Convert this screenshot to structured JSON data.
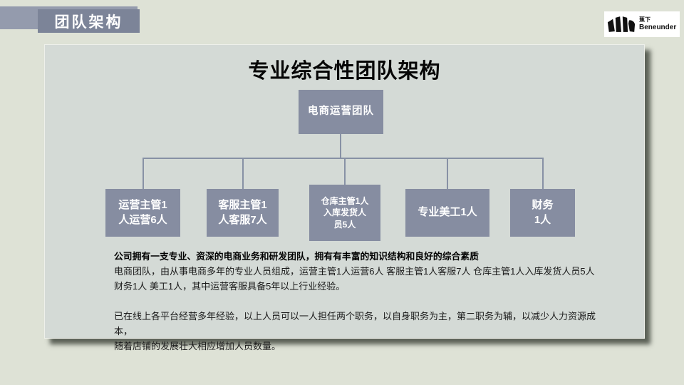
{
  "header": {
    "badge_title": "团队架构",
    "logo_cn": "蕉下",
    "logo_en": "Beneunder"
  },
  "card": {
    "title": "专业综合性团队架构",
    "org_chart": {
      "root_label": "电商运营团队",
      "children": [
        {
          "label": "运营主管1人运营6人",
          "lines": [
            "运营主管1",
            "人运营6人"
          ]
        },
        {
          "label": "客服主管1人客服7人",
          "lines": [
            "客服主管1",
            "人客服7人"
          ]
        },
        {
          "label": "仓库主管1人入库发货人员5人",
          "lines": [
            "仓库主管1人",
            "入库发货人",
            "员5人"
          ]
        },
        {
          "label": "专业美工1人",
          "lines": [
            "专业美工1人"
          ]
        },
        {
          "label": "财务1人",
          "lines": [
            "财务",
            "1人"
          ]
        }
      ]
    },
    "text": {
      "heading": "公司拥有一支专业、资深的电商业务和研发团队，拥有有丰富的知识结构和良好的综合素质",
      "p1a": "电商团队，由从事电商多年的专业人员组成，运营主管1人运营6人 客服主管1人客服7人 仓库主管1人入库发货人员5人",
      "p1b": "财务1人 美工1人，其中运营客服具备5年以上行业经验。",
      "p2a": "已在线上各平台经营多年经验，以上人员可以一人担任两个职务，以自身职务为主，第二职务为辅，以减少人力资源成本，",
      "p2b": "随着店铺的发展壮大相应增加人员数量。"
    }
  },
  "colors": {
    "background": "#dee2d6",
    "card_bg": "#d4dad6",
    "box_fill": "#868da1",
    "connector": "#8791a5",
    "badge_bar": "#949bad",
    "badge_inner": "#7c8498",
    "logo_bg": "#ffffff"
  }
}
